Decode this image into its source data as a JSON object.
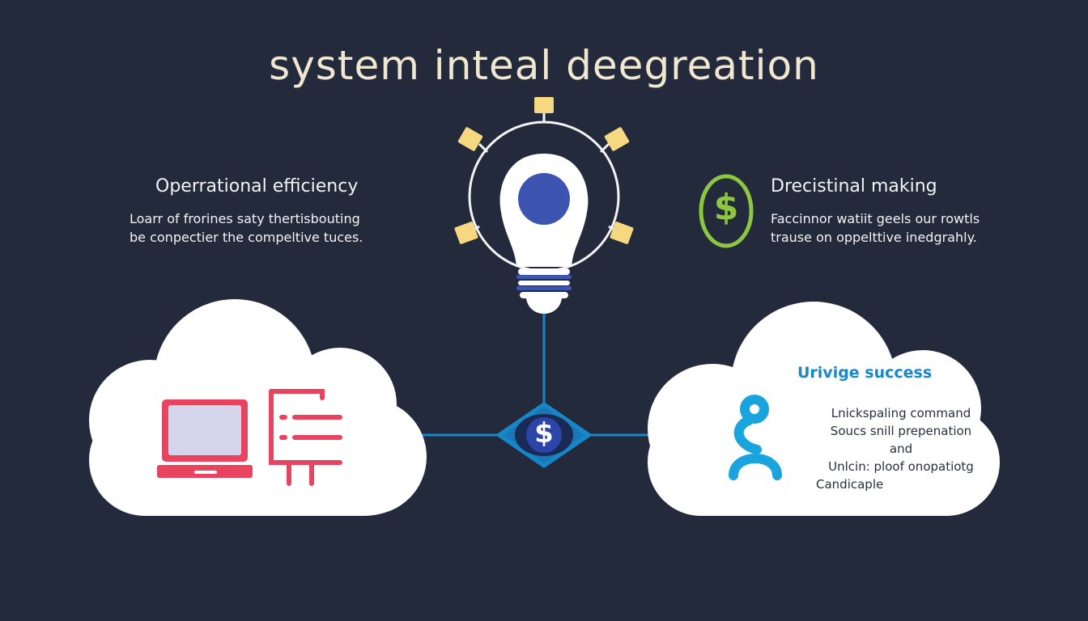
{
  "title": "system inteal deegreation",
  "left_block": {
    "heading": "Operrational efficiency",
    "lines": [
      "Loarr of frorines saty thertisbouting",
      "be conpectier the compeltive tuces."
    ]
  },
  "right_block": {
    "heading": "Drecistinal making",
    "lines": [
      "Faccinnor watiit geels our rowtls",
      "trause on oppelttive inedgrahly."
    ]
  },
  "cloud_right": {
    "heading": "Urivige success",
    "lines": [
      "Lnickspaling command",
      "Soucs snill prepenation",
      "and",
      "Unlcin: ploof onopatiotg",
      "Candicaple"
    ]
  },
  "hub_symbol": "$",
  "badge_symbol": "$",
  "colors": {
    "background": "#232a3b",
    "title": "#f1e6cf",
    "accent_blue": "#1787c9",
    "accent_green": "#8dc63f",
    "accent_red": "#e8445f",
    "bulb_core": "#3d55b0",
    "node_yellow": "#f5d880"
  },
  "icons": [
    "lightbulb-icon",
    "dollar-badge-icon",
    "laptop-icon",
    "list-icon",
    "person-icon",
    "dollar-diamond-icon"
  ]
}
